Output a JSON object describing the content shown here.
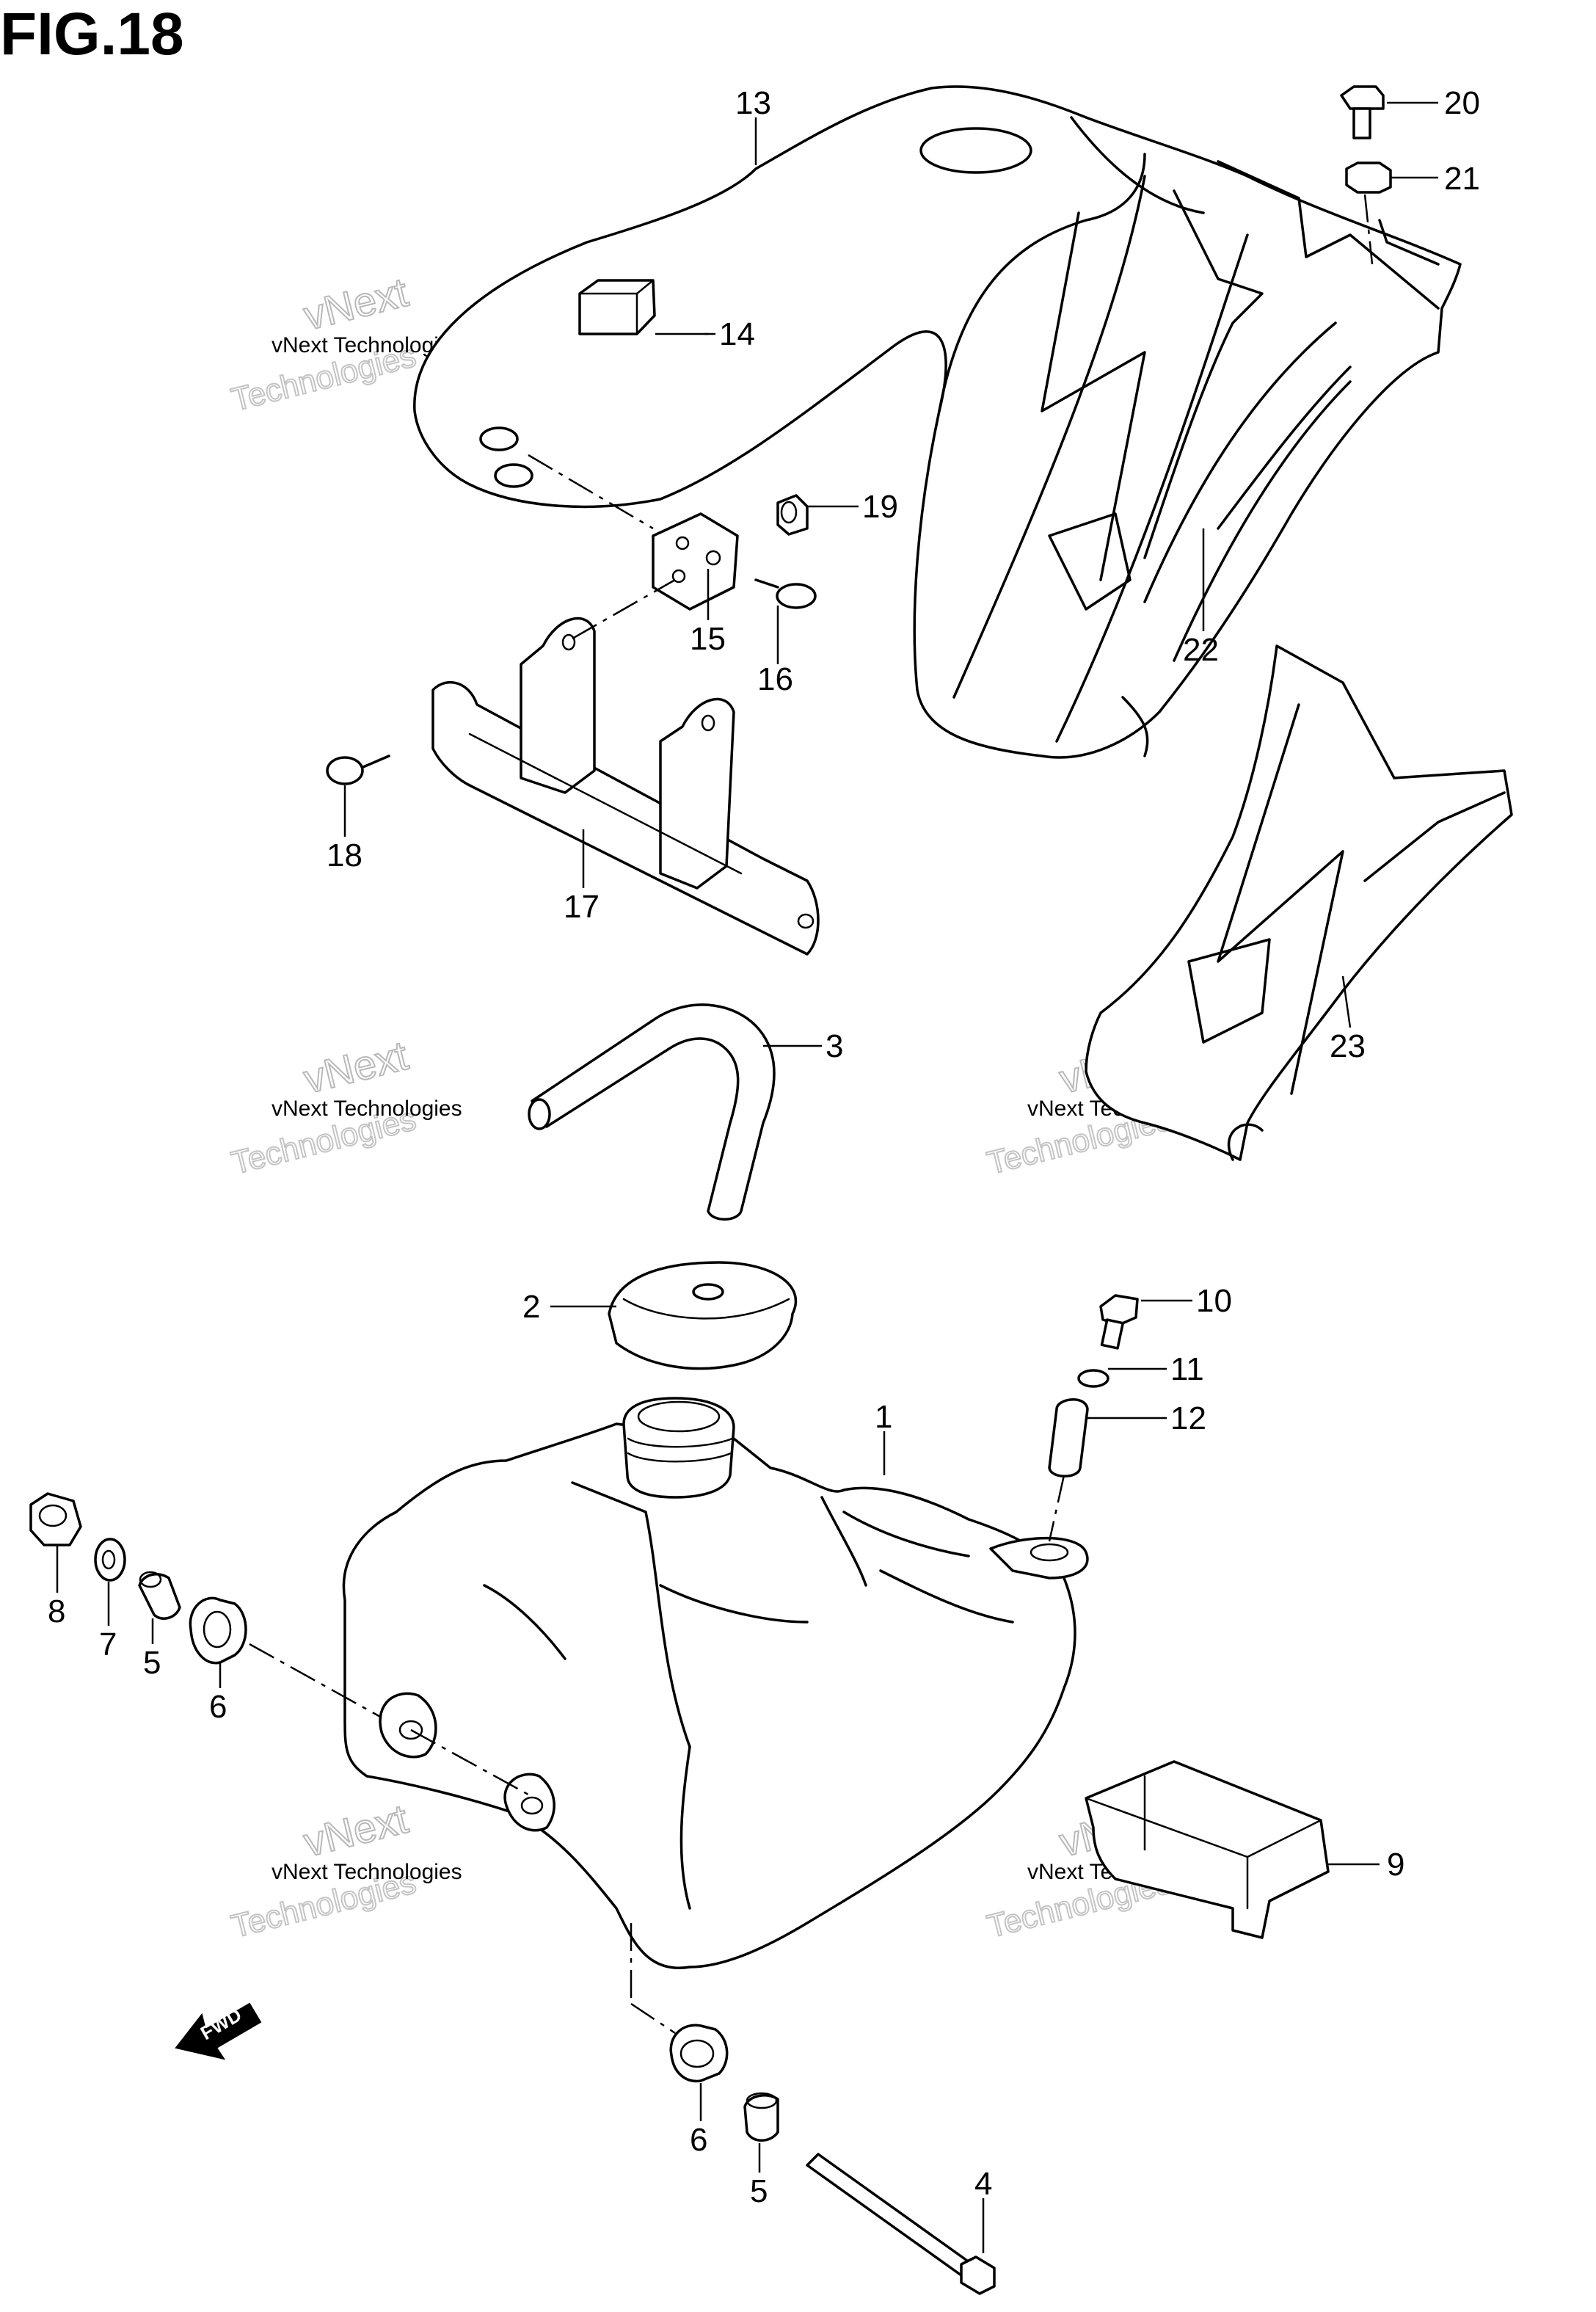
{
  "figure": {
    "title": "FIG.18"
  },
  "watermark": {
    "line1": "vNext Technologies",
    "line2": "vNext",
    "line3": "Technologies"
  },
  "fwd_arrow_label": "FWD",
  "callouts": {
    "p1": "1",
    "p2": "2",
    "p3": "3",
    "p4": "4",
    "p5a": "5",
    "p5b": "5",
    "p6a": "6",
    "p6b": "6",
    "p7": "7",
    "p8": "8",
    "p9": "9",
    "p10": "10",
    "p11": "11",
    "p12": "12",
    "p13": "13",
    "p14": "14",
    "p15": "15",
    "p16": "16",
    "p17": "17",
    "p18": "18",
    "p19": "19",
    "p20": "20",
    "p21": "21",
    "p22": "22",
    "p23": "23"
  }
}
